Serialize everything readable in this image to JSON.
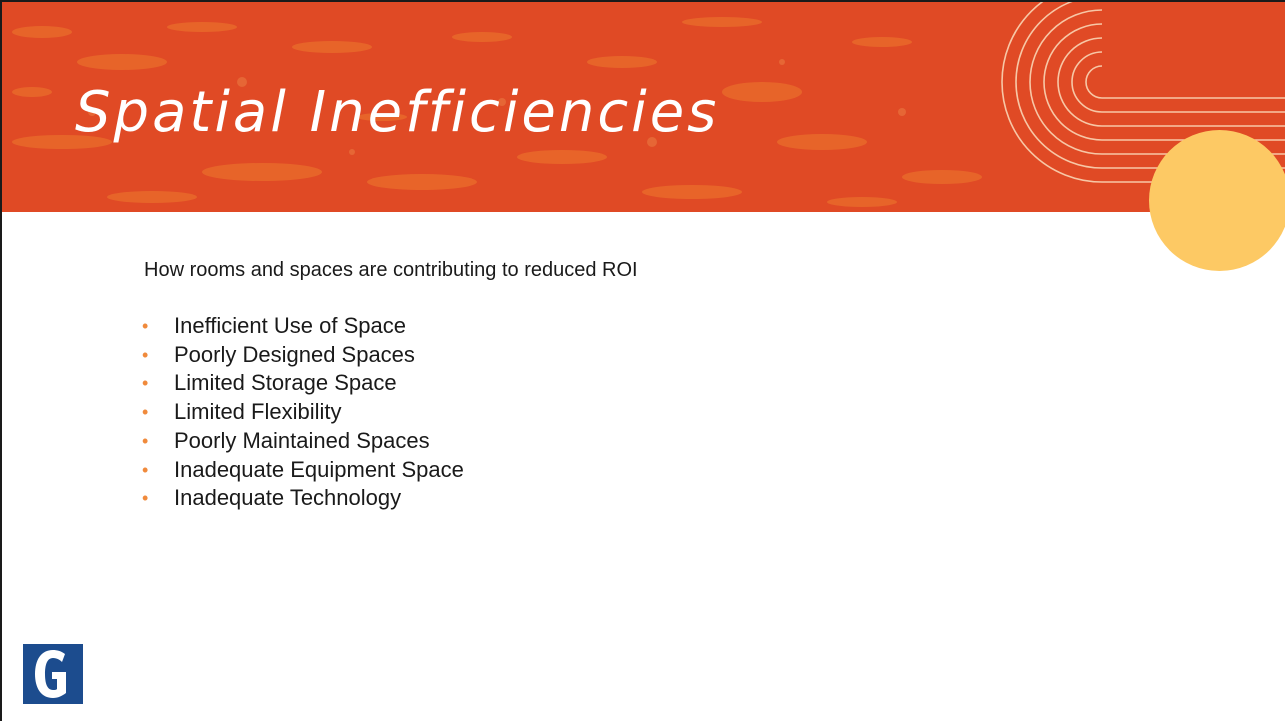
{
  "slide": {
    "title": "Spatial Inefficiencies",
    "subtitle": "How rooms and spaces are contributing to reduced ROI",
    "bullets": [
      "Inefficient Use of Space",
      "Poorly Designed Spaces",
      "Limited Storage Space",
      "Limited Flexibility",
      "Poorly Maintained Spaces",
      "Inadequate Equipment Space",
      "Inadequate Technology"
    ],
    "bullet_glyph": "•",
    "logo_letter": "G"
  },
  "colors": {
    "banner": "#e04a25",
    "banner_texture": "#ee7a2e",
    "sun": "#fdc964",
    "bullet": "#f08a3c",
    "logo": "#1c4c8e",
    "text": "#1a1a1a"
  }
}
